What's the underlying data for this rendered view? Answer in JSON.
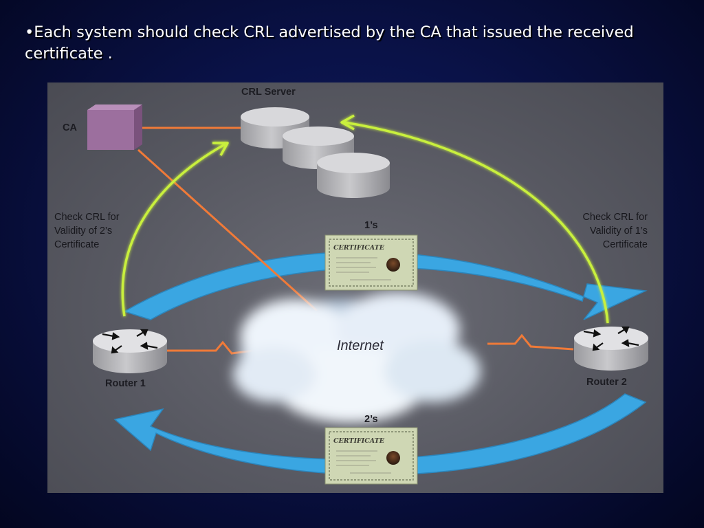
{
  "slide": {
    "bullet_marker": "•",
    "bullet_text": "Each system should check CRL advertised by the CA that issued the received certificate ."
  },
  "diagram": {
    "ca_label": "CA",
    "crl_server_label": "CRL Server",
    "router1_label": "Router 1",
    "router2_label": "Router 2",
    "internet_label": "Internet",
    "cert_top_label": "1’s",
    "cert_bottom_label": "2’s",
    "certificate_title": "CERTIFICATE",
    "left_note": "Check CRL for\nValidity of 2’s\nCertificate",
    "right_note": "Check CRL for\nValidity of 1’s\nCertificate"
  },
  "colors": {
    "flow_arrow": "#3aa6e2",
    "crl_check_arrow": "#c9f03e",
    "link_line": "#f07a38",
    "ca_box": "#9c6f9e",
    "background": "#0a1248"
  }
}
